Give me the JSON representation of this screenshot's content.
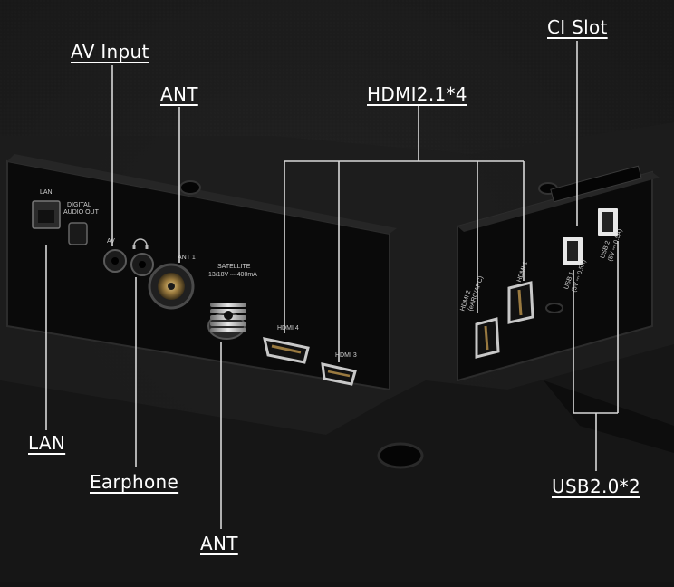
{
  "callouts": {
    "av_input": "AV Input",
    "ant_top": "ANT",
    "hdmi": "HDMI2.1*4",
    "ci_slot": "CI Slot",
    "lan": "LAN",
    "earphone": "Earphone",
    "ant_bottom": "ANT",
    "usb": "USB2.0*2"
  },
  "panel_labels": {
    "lan": "LAN",
    "digital_audio_line1": "DIGITAL",
    "digital_audio_line2": "AUDIO OUT",
    "av": "AV",
    "ant1": "ANT 1",
    "satellite_line1": "SATELLITE",
    "satellite_line2": "13/18V ⎓ 400mA",
    "hdmi4": "HDMI 4",
    "hdmi3": "HDMI 3",
    "hdmi2_line1": "HDMI 2",
    "hdmi2_line2": "(eARC/ARC)",
    "hdmi1": "HDMI 1",
    "usb1_line1": "USB 1",
    "usb1_line2": "(5V ⎓ 0.5A)",
    "usb2_line1": "USB 2",
    "usb2_line2": "(5V ⎓ 0.5A)"
  },
  "colors": {
    "background": "#141414",
    "panel": "#0b0b0b",
    "leader_line": "#d8d8d8",
    "text": "#ffffff"
  },
  "icons": [
    "headphone-icon",
    "lan-jack-icon",
    "optical-port-icon",
    "coax-connector-icon",
    "satellite-connector-icon",
    "hdmi-port-icon",
    "usb-port-icon"
  ]
}
